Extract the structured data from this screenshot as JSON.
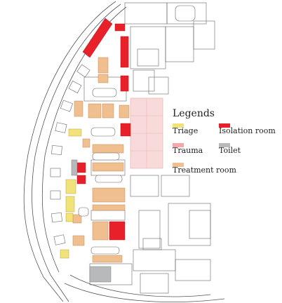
{
  "legend": {
    "title": "Legends",
    "items": [
      {
        "key": "triage",
        "label": "Triage",
        "color": "#f2e27a"
      },
      {
        "key": "isolation",
        "label": "Isolation room",
        "color": "#e8202a"
      },
      {
        "key": "trauma",
        "label": "Trauma",
        "color": "#f4a9a8"
      },
      {
        "key": "toilet",
        "label": "Toilet",
        "color": "#b8b9bb"
      },
      {
        "key": "treatment",
        "label": "Treatment room",
        "color": "#f0bf8f"
      }
    ]
  },
  "colors": {
    "line": "#4a4a4a",
    "pink_zone": "#f9dada",
    "paper": "#ffffff"
  }
}
